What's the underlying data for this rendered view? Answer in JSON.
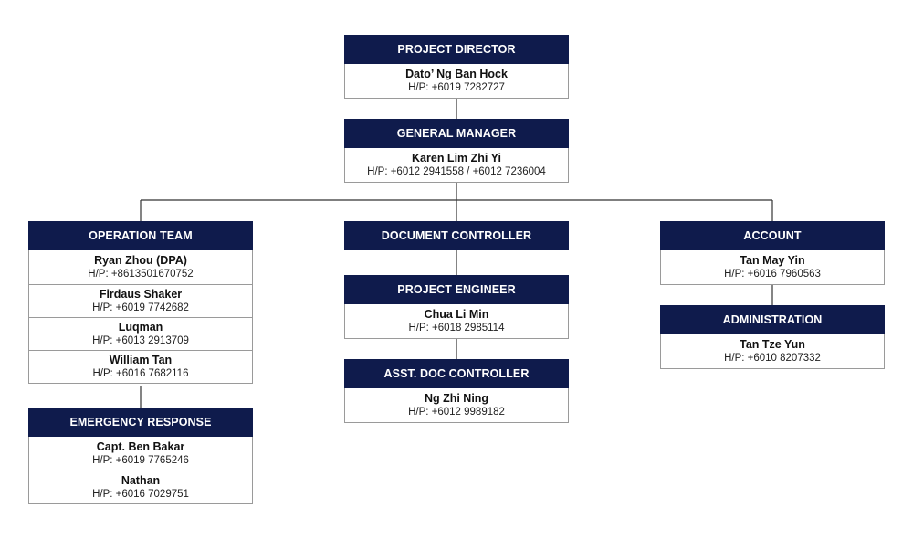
{
  "colors": {
    "header_bg": "#0f1b4c",
    "header_text": "#ffffff",
    "connector": "#333333",
    "border": "#9a9a9a"
  },
  "org": {
    "project_director": {
      "title": "PROJECT DIRECTOR",
      "members": [
        {
          "name": "Dato’ Ng Ban Hock",
          "phone": "H/P: +6019 7282727"
        }
      ]
    },
    "general_manager": {
      "title": "GENERAL MANAGER",
      "members": [
        {
          "name": "Karen Lim Zhi Yi",
          "phone": "H/P: +6012 2941558 / +6012 7236004"
        }
      ]
    },
    "operation_team": {
      "title": "OPERATION TEAM",
      "members": [
        {
          "name": "Ryan Zhou (DPA)",
          "phone": "H/P: +8613501670752"
        },
        {
          "name": "Firdaus Shaker",
          "phone": "H/P: +6019 7742682"
        },
        {
          "name": "Luqman",
          "phone": "H/P: +6013 2913709"
        },
        {
          "name": "William Tan",
          "phone": "H/P: +6016 7682116"
        }
      ]
    },
    "emergency_response": {
      "title": "EMERGENCY RESPONSE",
      "members": [
        {
          "name": "Capt. Ben Bakar",
          "phone": "H/P: +6019 7765246"
        },
        {
          "name": "Nathan",
          "phone": "H/P: +6016 7029751"
        }
      ]
    },
    "document_controller": {
      "title": "DOCUMENT CONTROLLER",
      "members": []
    },
    "project_engineer": {
      "title": "PROJECT ENGINEER",
      "members": [
        {
          "name": "Chua Li Min",
          "phone": "H/P: +6018 2985114"
        }
      ]
    },
    "asst_doc_controller": {
      "title": "ASST. DOC CONTROLLER",
      "members": [
        {
          "name": "Ng Zhi Ning",
          "phone": "H/P: +6012 9989182"
        }
      ]
    },
    "account": {
      "title": "ACCOUNT",
      "members": [
        {
          "name": "Tan May Yin",
          "phone": "H/P: +6016 7960563"
        }
      ]
    },
    "administration": {
      "title": "ADMINISTRATION",
      "members": [
        {
          "name": "Tan Tze Yun",
          "phone": "H/P: +6010 8207332"
        }
      ]
    }
  }
}
